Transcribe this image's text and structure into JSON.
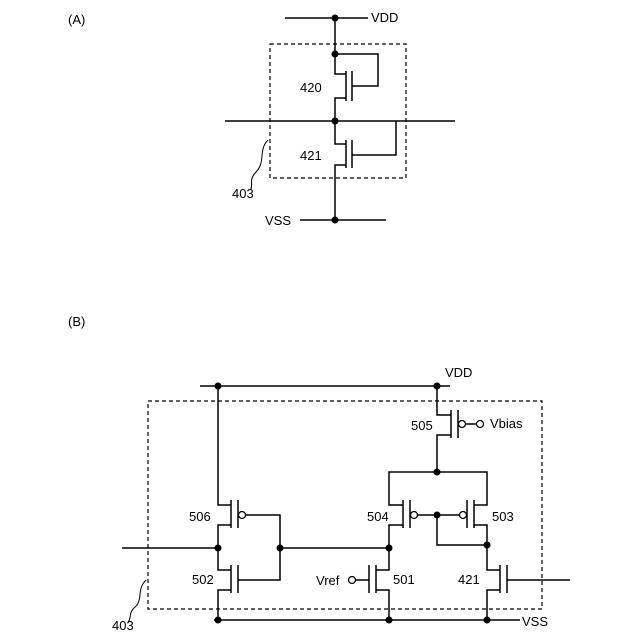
{
  "panel_a": {
    "label": "(A)",
    "vdd": "VDD",
    "vss": "VSS",
    "t420": "420",
    "t421": "421",
    "block_ref": "403"
  },
  "panel_b": {
    "label": "(B)",
    "vdd": "VDD",
    "vss": "VSS",
    "vbias": "Vbias",
    "vref": "Vref",
    "t505": "505",
    "t506": "506",
    "t502": "502",
    "t504": "504",
    "t503": "503",
    "t501": "501",
    "t421": "421",
    "block_ref": "403"
  }
}
